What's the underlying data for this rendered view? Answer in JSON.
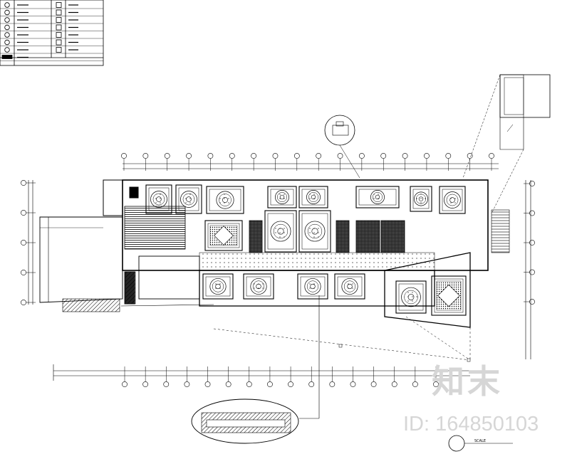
{
  "legend": {
    "title": "",
    "rows": [
      {
        "left_symbol": "recessed-downlight-symbol",
        "left_label": "",
        "right_symbol": "linear-light-symbol",
        "right_label": ""
      },
      {
        "left_symbol": "wall-light-symbol",
        "left_label": "",
        "right_symbol": "boxed-fixture-symbol",
        "right_label": ""
      },
      {
        "left_symbol": "cross-spot-symbol",
        "left_label": "",
        "right_symbol": "boxed-fixture-symbol",
        "right_label": ""
      },
      {
        "left_symbol": "cross-spot-symbol",
        "left_label": "",
        "right_symbol": "boxed-fixture-symbol",
        "right_label": ""
      },
      {
        "left_symbol": "ring-light-symbol",
        "left_label": "",
        "right_symbol": "boxed-fixture-symbol",
        "right_label": ""
      },
      {
        "left_symbol": "triple-spot-symbol",
        "left_label": "",
        "right_symbol": "boxed-fixture-symbol",
        "right_label": ""
      },
      {
        "left_symbol": "pendant-symbol",
        "left_label": "",
        "right_symbol": "boxed-fixture-symbol",
        "right_label": ""
      },
      {
        "left_symbol": "solid-bar-symbol",
        "left_label": "",
        "right_symbol": "",
        "right_label": ""
      }
    ]
  },
  "grid_top": [
    "",
    "",
    "",
    "",
    "",
    "",
    "",
    "",
    "",
    "",
    "",
    "",
    "",
    "",
    "",
    "",
    "",
    ""
  ],
  "grid_bottom": [
    "",
    "",
    "",
    "",
    "",
    "",
    "",
    "",
    "",
    "",
    "",
    "",
    "",
    "",
    "",
    ""
  ],
  "grid_left": [
    "",
    "",
    "",
    "",
    ""
  ],
  "grid_right": [
    "",
    "",
    "",
    "",
    ""
  ],
  "scale_label": "SCALE",
  "watermark": {
    "logo": "知末",
    "id": "ID: 164850103"
  }
}
